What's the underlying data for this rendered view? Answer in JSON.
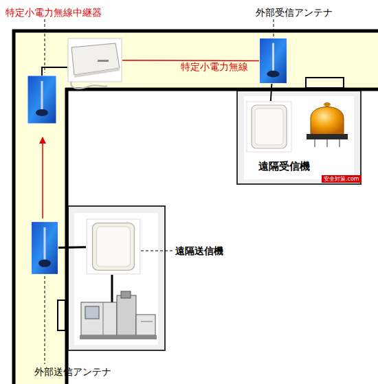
{
  "diagram": {
    "nodes": [
      {
        "text": [
          "特定小電力無線中継器"
        ]
      },
      {
        "text": [
          "外部受信アンテナ"
        ]
      },
      {
        "text": [
          "遠隔受信機"
        ]
      },
      {
        "text": [
          "遠隔送信機"
        ]
      },
      {
        "text": [
          "外部送信アンテナ"
        ]
      }
    ],
    "edges": [
      {
        "from": 0,
        "to": 1,
        "label": "特定小電力無線",
        "arrow": "none"
      },
      {
        "from": 1,
        "to": 2,
        "arrow": "none"
      },
      {
        "from": 3,
        "to": 4,
        "arrow": "none"
      }
    ],
    "labels": [
      "安全対策.com"
    ]
  }
}
